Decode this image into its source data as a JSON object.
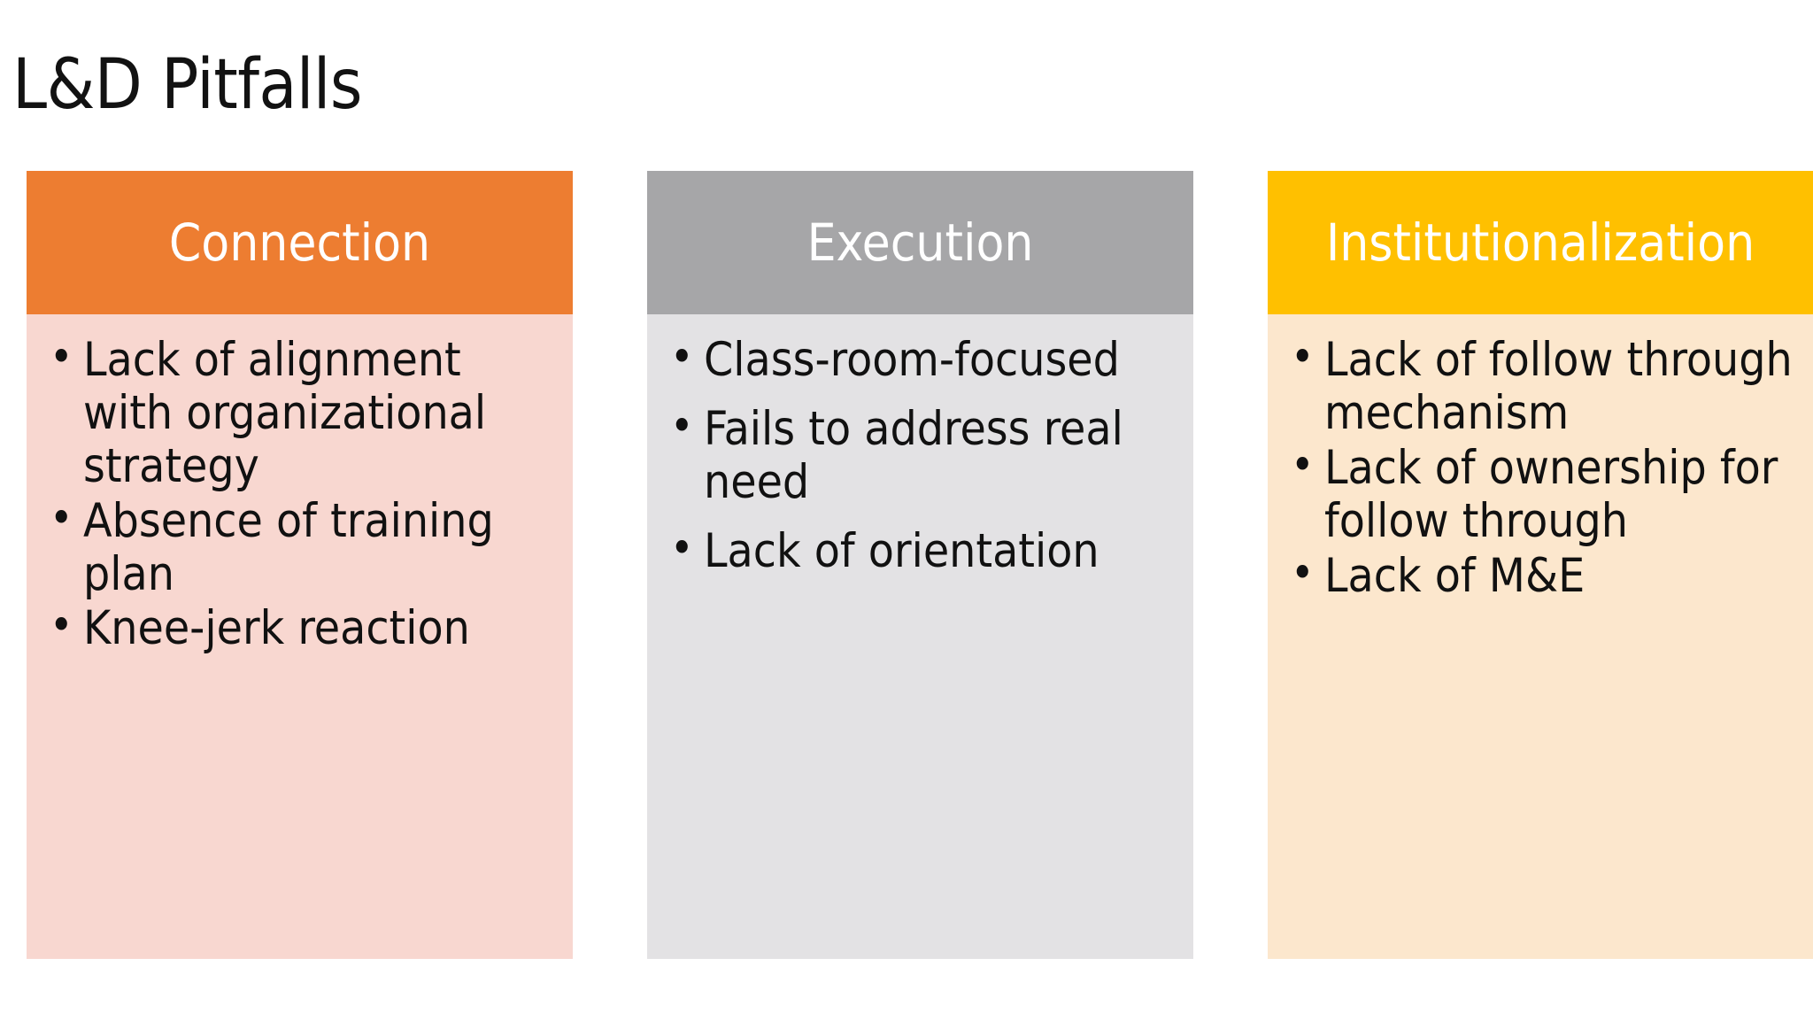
{
  "slide": {
    "title": "L&D Pitfalls",
    "background": "#FFFFFF",
    "text_color": "#111111"
  },
  "columns": [
    {
      "id": "connection",
      "header": "Connection",
      "header_bg": "#ED7D31",
      "header_text": "#FFFFFF",
      "body_bg": "#F8D7D0",
      "items": [
        "Lack of alignment with organizational strategy",
        "Absence of training plan",
        "Knee-jerk reaction"
      ]
    },
    {
      "id": "execution",
      "header": "Execution",
      "header_bg": "#A6A6A8",
      "header_text": "#FFFFFF",
      "body_bg": "#E3E2E4",
      "items": [
        "Class-room-focused",
        "Fails to address real need",
        "Lack of orientation"
      ]
    },
    {
      "id": "institutionalization",
      "header": "Institutionalization",
      "header_bg": "#FFC000",
      "header_text": "#FFFFFF",
      "body_bg": "#FCE7CD",
      "items": [
        "Lack of follow through mechanism",
        "Lack of ownership for follow through",
        "Lack of M&E"
      ]
    }
  ]
}
